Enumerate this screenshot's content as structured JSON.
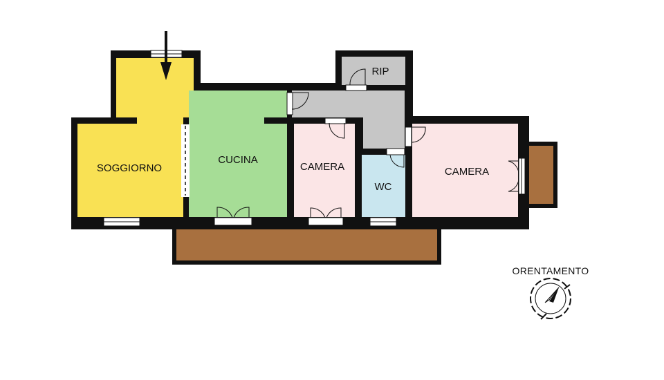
{
  "rooms": {
    "soggiorno": {
      "label": "SOGGIORNO",
      "color": "#f9e154"
    },
    "cucina": {
      "label": "CUCINA",
      "color": "#a6dd96"
    },
    "camera1": {
      "label": "CAMERA",
      "color": "#fbe5e6"
    },
    "wc": {
      "label": "WC",
      "color": "#c9e6ef"
    },
    "camera2": {
      "label": "CAMERA",
      "color": "#fbe5e6"
    },
    "rip": {
      "label": "RIP",
      "color": "#c6c6c6"
    },
    "corridor": {
      "color": "#c6c6c6"
    },
    "balcony": {
      "color": "#a8703f"
    }
  },
  "orientation": {
    "label": "ORENTAMENTO"
  },
  "colors": {
    "wall": "#111111",
    "background": "#ffffff"
  }
}
